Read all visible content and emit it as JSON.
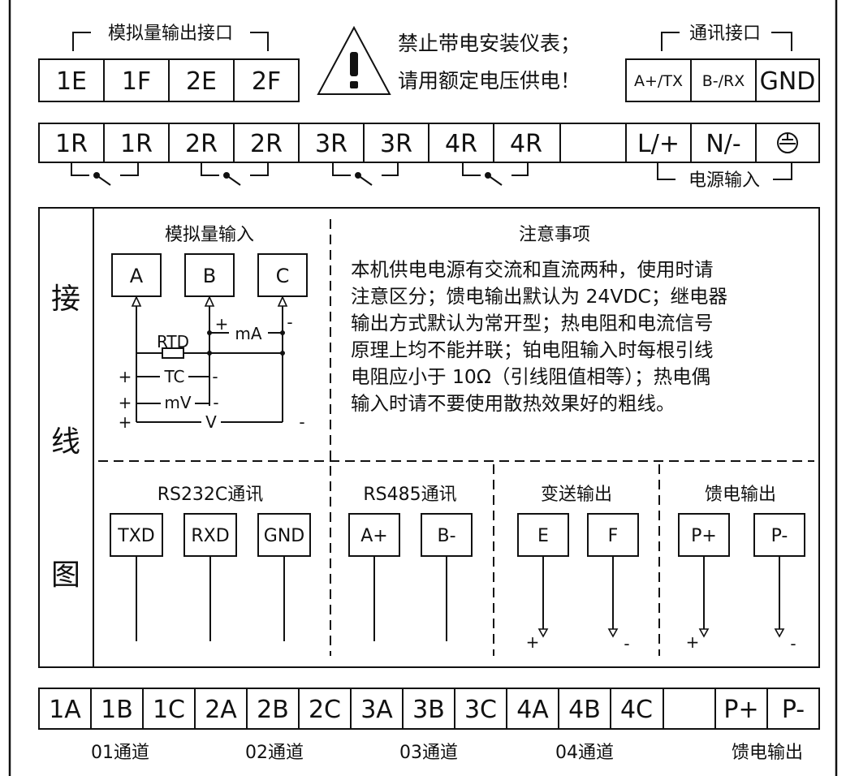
{
  "analog_output": {
    "label": "模拟量输出接口",
    "terminals": [
      "1E",
      "1F",
      "2E",
      "2F"
    ]
  },
  "warning": {
    "line1": "禁止带电安装仪表；",
    "line2": "请用额定电压供电！"
  },
  "comm": {
    "label": "通讯接口",
    "terminals": [
      "A+/TX",
      "B-/RX",
      "GND"
    ]
  },
  "relay_terminals": [
    "1R",
    "1R",
    "2R",
    "2R",
    "3R",
    "3R",
    "4R",
    "4R"
  ],
  "power": {
    "terminals": [
      "L/+",
      "N/-"
    ],
    "label": "电源输入",
    "ground_icon": "earth-ground-icon"
  },
  "diagram": {
    "side_title": [
      "接",
      "线",
      "图"
    ],
    "analog_input": {
      "title": "模拟量输入",
      "terminals": [
        "A",
        "B",
        "C"
      ],
      "signals": {
        "rtd": "RTD",
        "tc": "TC",
        "mv": "mV",
        "v": "V",
        "ma": "mA",
        "plus": "+",
        "minus": "-"
      }
    },
    "notes": {
      "title": "注意事项",
      "lines": [
        "本机供电电源有交流和直流两种，使用时请",
        "注意区分；馈电输出默认为 24VDC；继电器",
        "输出方式默认为常开型；热电阻和电流信号",
        "原理上均不能并联；铂电阻输入时每根引线",
        "电阻应小于 10Ω（引线阻值相等）；热电偶",
        "输入时请不要使用散热效果好的粗线。"
      ]
    },
    "rs232": {
      "title": "RS232C通讯",
      "terminals": [
        "TXD",
        "RXD",
        "GND"
      ]
    },
    "rs485": {
      "title": "RS485通讯",
      "terminals": [
        "A+",
        "B-"
      ]
    },
    "transmit": {
      "title": "变送输出",
      "terminals": [
        "E",
        "F"
      ],
      "plus": "+",
      "minus": "-"
    },
    "feed": {
      "title": "馈电输出",
      "terminals": [
        "P+",
        "P-"
      ],
      "plus": "+",
      "minus": "-"
    }
  },
  "bottom_terminals": [
    "1A",
    "1B",
    "1C",
    "2A",
    "2B",
    "2C",
    "3A",
    "3B",
    "3C",
    "4A",
    "4B",
    "4C",
    "",
    "P+",
    "P-"
  ],
  "channels": [
    "01通道",
    "02通道",
    "03通道",
    "04通道",
    "馈电输出"
  ]
}
